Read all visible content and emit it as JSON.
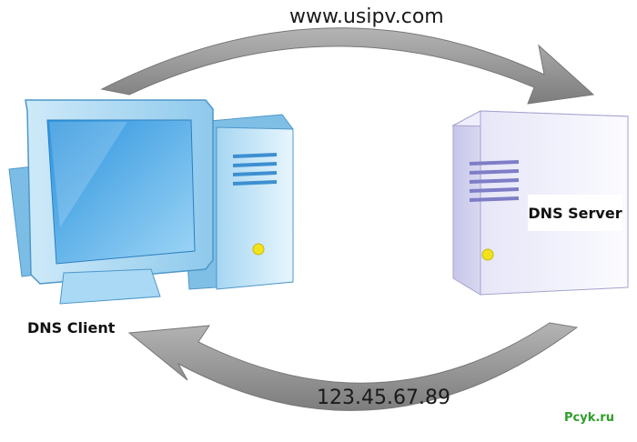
{
  "diagram": {
    "request_label": "www.usipv.com",
    "response_label": "123.45.67.89",
    "client_label": "DNS Client",
    "server_label": "DNS Server",
    "watermark": "Pcyk.ru"
  },
  "colors": {
    "arrow": "#8f8f8f",
    "client_body": "#8cc8ea",
    "server_body": "#dcdcf4",
    "power_led": "#f2e21a",
    "watermark": "#2f9c2a"
  }
}
